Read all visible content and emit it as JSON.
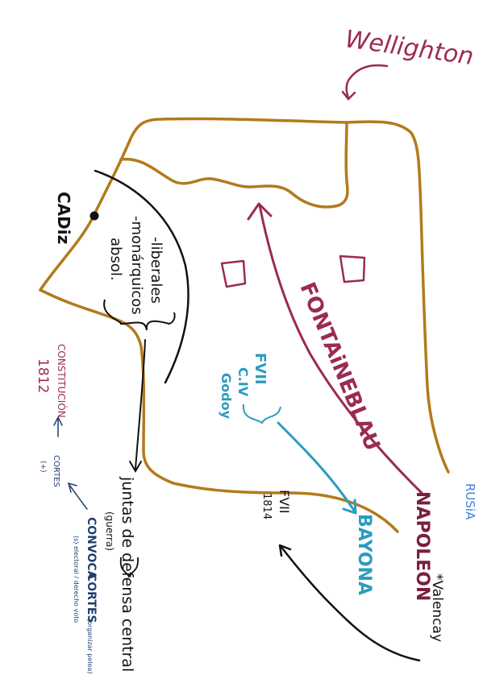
{
  "colors": {
    "brown": "#b37a1c",
    "maroon": "#9b2a55",
    "teal": "#2a9cbf",
    "blue": "#3d7fd9",
    "navy": "#1f3f6e",
    "black": "#111111"
  },
  "labels": {
    "wellington": "Wellighton",
    "cadiz": "CADiz",
    "liberales": "-liberales",
    "monarquicos": "-monárquicos",
    "absol": "absol.",
    "fontainebleau": "FONTAiNEBLAU",
    "fvii_1": "FVII",
    "civ": "C.IV",
    "godoy": "Godoy",
    "bayona": "BAYONA",
    "napoleon": "NAPOLEON",
    "valencay": "*Valencay",
    "rusia": "RUSiA",
    "fvii_2": "FVII",
    "year_1814": "1814",
    "juntas": "juntas de defensa central",
    "guerra": "(guerra)",
    "convoca": "CONVOCA",
    "cortes_main": "CORTES",
    "cortes_note": "(organizar pelea)",
    "sufragio": "(s) electoral / derecho voto",
    "cortes_small": "CORTES",
    "cortes_paren": "(+)",
    "constitucion": "CONSTITUCIÓN",
    "year_1812": "1812"
  }
}
